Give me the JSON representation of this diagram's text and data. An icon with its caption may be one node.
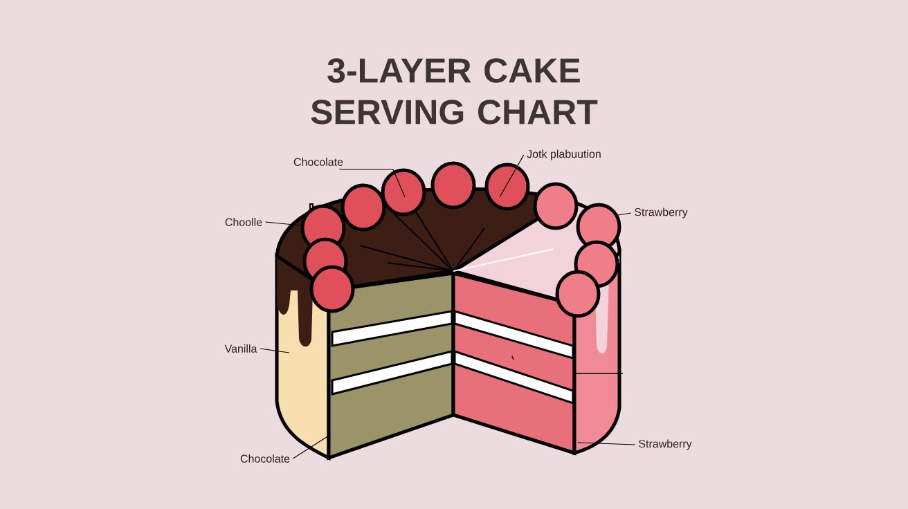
{
  "diagram": {
    "title": "3-LAYER CAKE SERVING CHART",
    "nodes": [
      {
        "text": [
          "Chocolate"
        ]
      },
      {
        "text": [
          "Jotk plabuution"
        ]
      },
      {
        "text": [
          "Choolle"
        ]
      },
      {
        "text": [
          "Strawberry"
        ]
      },
      {
        "text": [
          "Vanilla"
        ]
      },
      {
        "text": [
          "Chocolate"
        ]
      },
      {
        "text": [
          "Strawberry"
        ]
      }
    ],
    "edges": [
      {
        "from": 0,
        "to": null,
        "arrow": "none"
      },
      {
        "from": 1,
        "to": null,
        "arrow": "none"
      },
      {
        "from": 2,
        "to": null,
        "arrow": "none"
      },
      {
        "from": 3,
        "to": null,
        "arrow": "none"
      },
      {
        "from": 4,
        "to": null,
        "arrow": "none"
      },
      {
        "from": 5,
        "to": null,
        "arrow": "none"
      },
      {
        "from": 6,
        "to": null,
        "arrow": "none"
      }
    ]
  }
}
